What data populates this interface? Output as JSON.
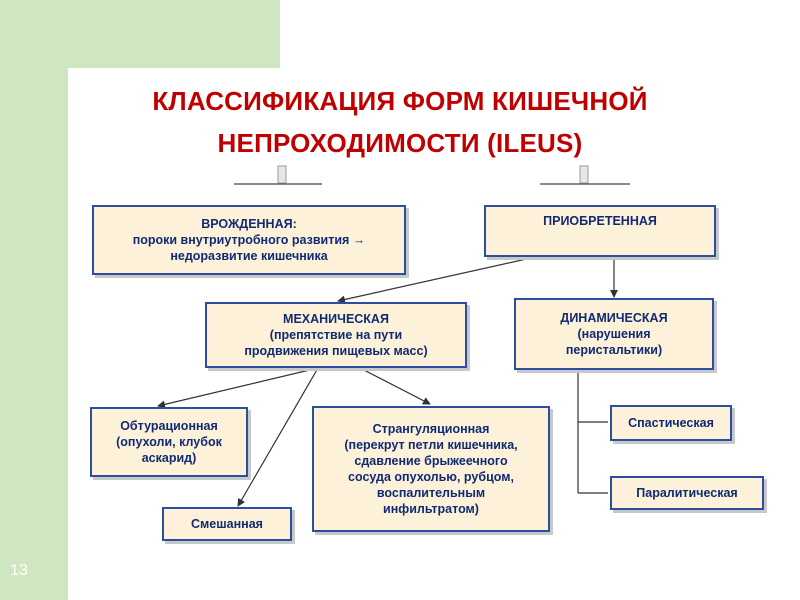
{
  "title": {
    "line1": "КЛАССИФИКАЦИЯ ФОРМ КИШЕЧНОЙ",
    "line2": "НЕПРОХОДИМОСТИ (ILEUS)"
  },
  "nodes": {
    "congenital": {
      "head": "ВРОЖДЕННАЯ:",
      "line2": "пороки внутриутробного развития →",
      "line3": "недоразвитие кишечника"
    },
    "acquired": {
      "head": "ПРИОБРЕТЕННАЯ"
    },
    "mechanical": {
      "head": "МЕХАНИЧЕСКАЯ",
      "line2": "(препятствие на пути",
      "line3": "продвижения пищевых масс)"
    },
    "dynamic": {
      "head": "ДИНАМИЧЕСКАЯ",
      "line2": "(нарушения",
      "line3": "перистальтики)"
    },
    "obturation": {
      "head": "Обтурационная",
      "line2": "(опухоли, клубок",
      "line3": "аскарид)"
    },
    "strangulation": {
      "head": "Странгуляционная",
      "line2": "(перекрут петли кишечника,",
      "line3": "сдавление брыжеечного",
      "line4": "сосуда опухолью, рубцом,",
      "line5": "воспалительным",
      "line6": "инфильтратом)"
    },
    "mixed": {
      "head": "Смешанная"
    },
    "spastic": {
      "head": "Спастическая"
    },
    "paralytic": {
      "head": "Паралитическая"
    }
  },
  "page_number": "13",
  "colors": {
    "title": "#c00000",
    "node_text": "#102a73",
    "node_border": "#2b4da2",
    "node_fill": "#fdf2d9",
    "background_accent": "#cfe6c3"
  }
}
